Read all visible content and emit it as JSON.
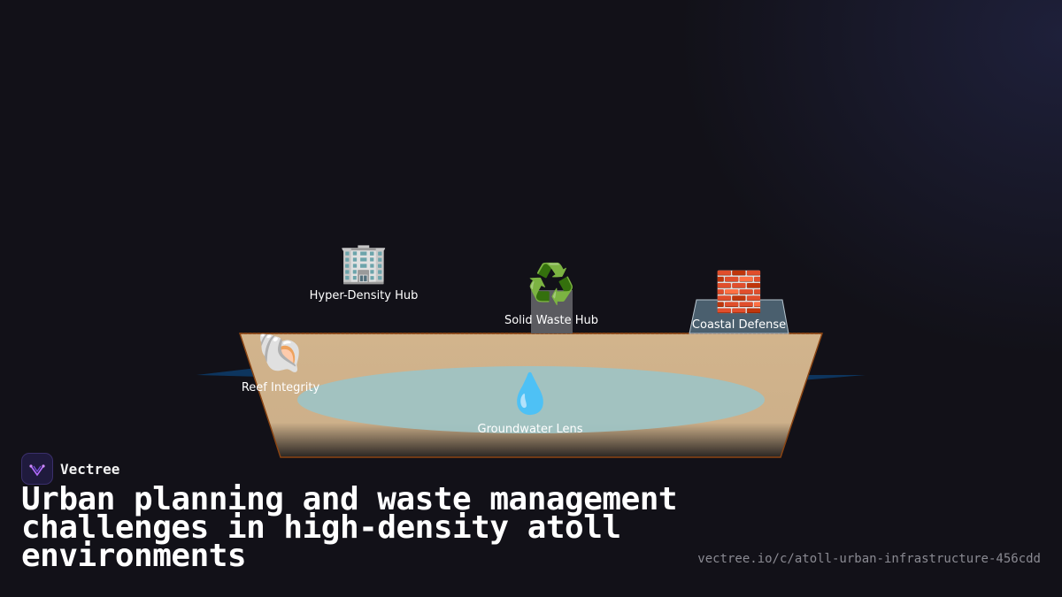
{
  "brand": {
    "name": "Vectree"
  },
  "title": "Urban planning and waste management challenges in high-density atoll environments",
  "url": "vectree.io/c/atoll-urban-infrastructure-456cdd",
  "diagram": {
    "nodes": [
      {
        "id": "hyper-density-hub",
        "label": "Hyper-Density Hub",
        "icon": "office-building-icon",
        "glyph": "🏢"
      },
      {
        "id": "solid-waste-hub",
        "label": "Solid Waste Hub",
        "icon": "recycle-icon",
        "glyph": "♻️"
      },
      {
        "id": "coastal-defense",
        "label": "Coastal Defense",
        "icon": "brick-icon",
        "glyph": "🧱"
      },
      {
        "id": "reef-integrity",
        "label": "Reef Integrity",
        "icon": "shell-icon",
        "glyph": "🐚"
      },
      {
        "id": "groundwater-lens",
        "label": "Groundwater Lens",
        "icon": "droplet-icon",
        "glyph": "💧"
      }
    ]
  },
  "colors": {
    "background": "#121118",
    "island_sand": "#d2b48c",
    "island_outline": "#8b4513",
    "groundwater": "#9fc3c3",
    "ocean": "#0d3a66",
    "seawall": "#4a5f6e",
    "waste_block": "#5b5b60"
  }
}
